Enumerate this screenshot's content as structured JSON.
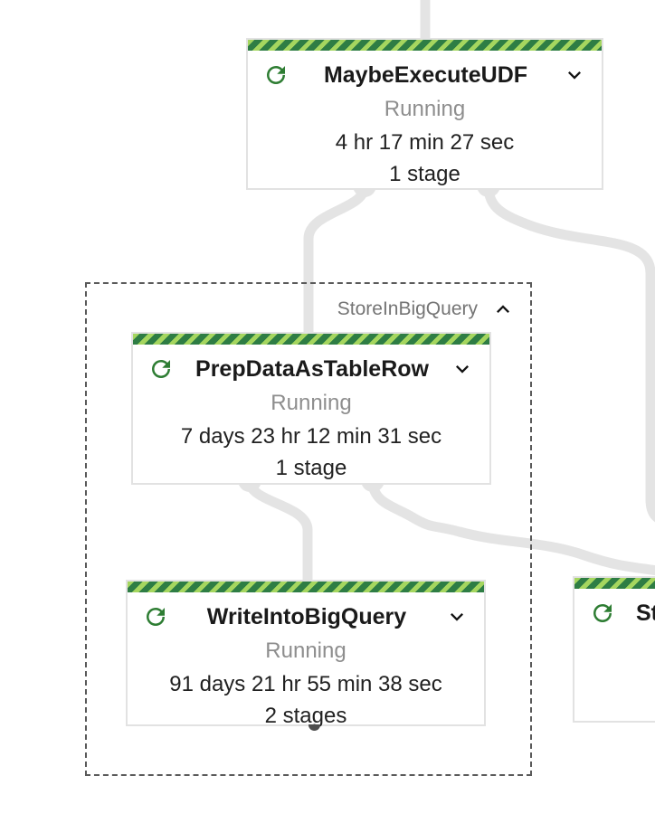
{
  "colors": {
    "edge": "#E4E4E4",
    "stripe_light": "#A5D65F",
    "stripe_dark": "#2E7D44",
    "running_icon_green": "#2E7D33",
    "status_text_gray": "#8E8E8E",
    "group_label_gray": "#757575"
  },
  "group": {
    "label": "StoreInBigQuery",
    "collapse_icon": "chevron-up-icon"
  },
  "nodes": [
    {
      "title": "MaybeExecuteUDF",
      "status": "Running",
      "duration": "4 hr 17 min 27 sec",
      "stages": "1 stage",
      "status_icon": "running-refresh-icon",
      "expand_icon": "chevron-down-icon"
    },
    {
      "title": "PrepDataAsTableRow",
      "status": "Running",
      "duration": "7 days 23 hr 12 min 31 sec",
      "stages": "1 stage",
      "status_icon": "running-refresh-icon",
      "expand_icon": "chevron-down-icon"
    },
    {
      "title": "WriteIntoBigQuery",
      "status": "Running",
      "duration": "91 days 21 hr 55 min 38 sec",
      "stages": "2 stages",
      "status_icon": "running-refresh-icon",
      "expand_icon": "chevron-down-icon"
    },
    {
      "title": "St",
      "status_icon": "running-refresh-icon"
    }
  ]
}
